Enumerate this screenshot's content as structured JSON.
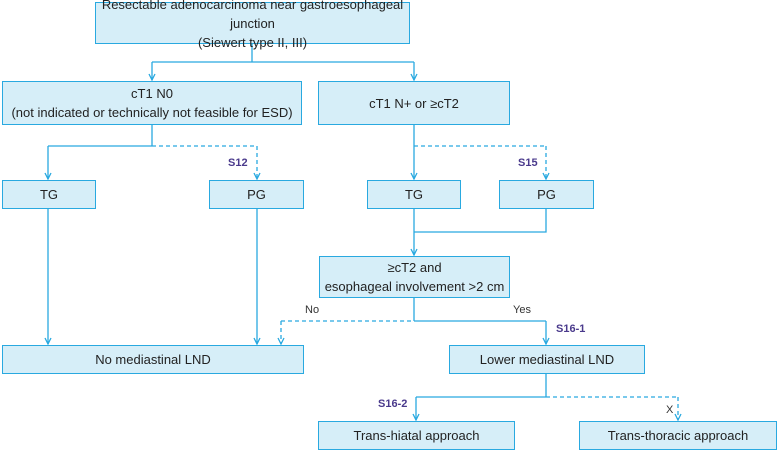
{
  "colors": {
    "box_fill": "#d6eef8",
    "box_border": "#29a9e0",
    "line": "#29a9e0",
    "step_label": "#4a3a8c"
  },
  "nodes": {
    "root": {
      "line1": "Resectable adenocarcinoma near gastroesophageal junction",
      "line2": "(Siewert type II, III)"
    },
    "ct1n0": {
      "line1": "cT1 N0",
      "line2": "(not indicated or technically not feasible for ESD)"
    },
    "ct1n_ct2": {
      "line1": "cT1 N+ or ≥cT2"
    },
    "tg_left": {
      "line1": "TG"
    },
    "pg_left": {
      "line1": "PG"
    },
    "tg_right": {
      "line1": "TG"
    },
    "pg_right": {
      "line1": "PG"
    },
    "criteria": {
      "line1": "≥cT2 and",
      "line2": "esophageal involvement >2 cm"
    },
    "no_lnd": {
      "line1": "No mediastinal LND"
    },
    "lower_lnd": {
      "line1": "Lower mediastinal LND"
    },
    "hiatal": {
      "line1": "Trans-hiatal approach"
    },
    "thoracic": {
      "line1": "Trans-thoracic approach"
    }
  },
  "edge_labels": {
    "no": "No",
    "yes": "Yes",
    "x": "X"
  },
  "steps": {
    "s12": "S12",
    "s15": "S15",
    "s16_1": "S16-1",
    "s16_2": "S16-2"
  }
}
